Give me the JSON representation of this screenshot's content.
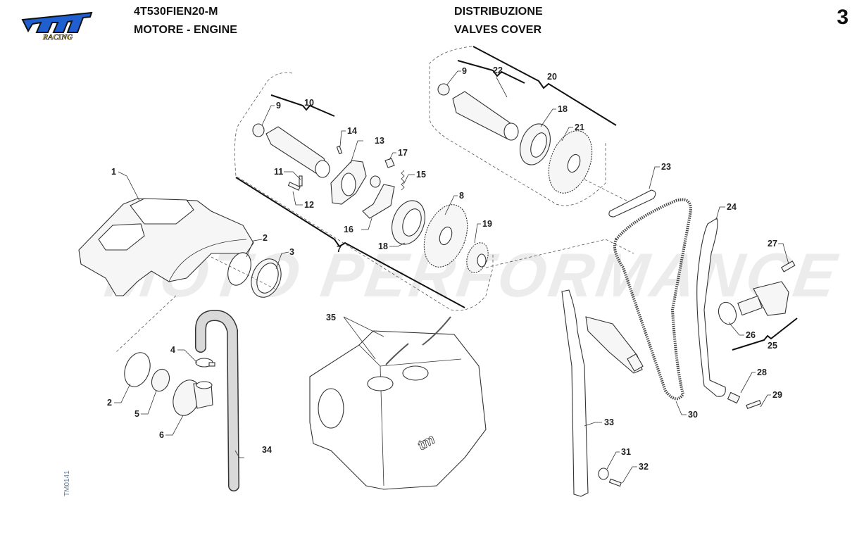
{
  "header": {
    "brand": "tm",
    "brand_sub": "RACING",
    "brand_colors": {
      "primary": "#1f5fd0",
      "outline": "#111111",
      "sub": "#e9c93a"
    },
    "model_code": "4T530FIEN20-M",
    "section_it": "MOTORE - ENGINE",
    "group_it": "DISTRIBUZIONE",
    "group_en": "VALVES COVER",
    "page_number": "3"
  },
  "watermark": "MOTO PERFORMANCE",
  "drawing_code": "TM0141",
  "callouts": [
    {
      "id": "1",
      "part": "valve cover"
    },
    {
      "id": "2",
      "part": "o-ring (cover)"
    },
    {
      "id": "2b",
      "text": "2",
      "part": "o-ring (breather)"
    },
    {
      "id": "3",
      "part": "cap plug"
    },
    {
      "id": "4",
      "part": "hose clamp"
    },
    {
      "id": "5",
      "part": "seal"
    },
    {
      "id": "6",
      "part": "breather fitting"
    },
    {
      "id": "7",
      "part": "exhaust camshaft assembly"
    },
    {
      "id": "8",
      "part": "camshaft sprocket"
    },
    {
      "id": "9",
      "part": "bushing"
    },
    {
      "id": "9b",
      "text": "9",
      "part": "bushing (intake)"
    },
    {
      "id": "10",
      "part": "exhaust camshaft"
    },
    {
      "id": "11",
      "part": "pin"
    },
    {
      "id": "12",
      "part": "pin"
    },
    {
      "id": "13",
      "part": "decompressor plate"
    },
    {
      "id": "14",
      "part": "pin"
    },
    {
      "id": "15",
      "part": "spring"
    },
    {
      "id": "16",
      "part": "decompressor lever"
    },
    {
      "id": "17",
      "part": "screw"
    },
    {
      "id": "18",
      "part": "bearing"
    },
    {
      "id": "18b",
      "text": "18",
      "part": "bearing (intake)"
    },
    {
      "id": "19",
      "part": "one-way clutch"
    },
    {
      "id": "20",
      "part": "intake camshaft assembly"
    },
    {
      "id": "21",
      "part": "camshaft sprocket"
    },
    {
      "id": "22",
      "part": "intake camshaft"
    },
    {
      "id": "23",
      "part": "chain guide upper"
    },
    {
      "id": "24",
      "part": "chain tensioner slider"
    },
    {
      "id": "25",
      "part": "chain tensioner assembly"
    },
    {
      "id": "26",
      "part": "gasket"
    },
    {
      "id": "27",
      "part": "screw"
    },
    {
      "id": "28",
      "part": "spacer"
    },
    {
      "id": "29",
      "part": "screw"
    },
    {
      "id": "30",
      "part": "timing chain"
    },
    {
      "id": "31",
      "part": "washer"
    },
    {
      "id": "32",
      "part": "screw"
    },
    {
      "id": "33",
      "part": "chain guide"
    },
    {
      "id": "34",
      "part": "breather hose"
    },
    {
      "id": "35",
      "part": "half-rings"
    }
  ]
}
